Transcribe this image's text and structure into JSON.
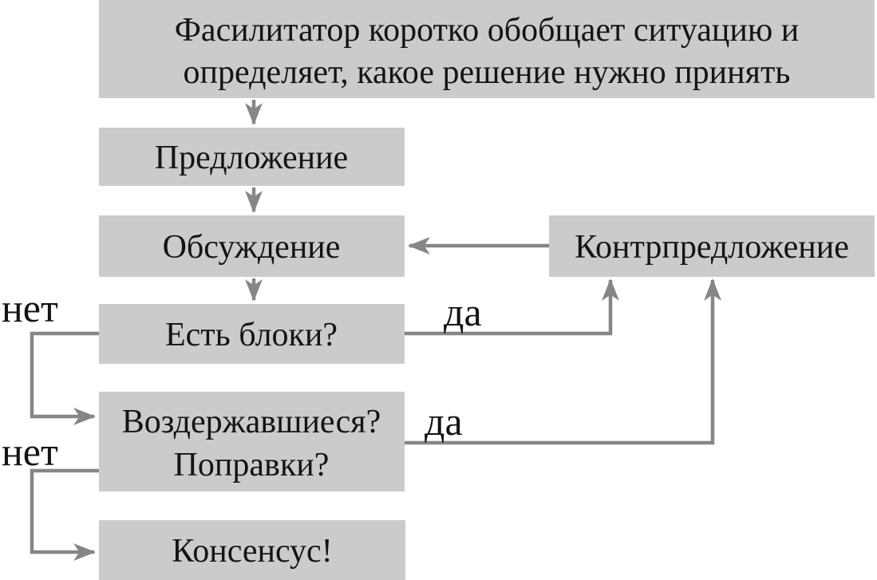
{
  "diagram": {
    "type": "flowchart",
    "language": "ru",
    "topic": "consensus-decision-process",
    "colors": {
      "box_fill": "#cbcbcb",
      "arrow": "#868686",
      "text": "#141414",
      "background": "#ffffff"
    },
    "nodes": {
      "facilitator": {
        "lines": [
          "Фасилитатор коротко обобщает ситуацию и",
          "определяет, какое решение нужно принять"
        ]
      },
      "proposal": {
        "label": "Предложение"
      },
      "discussion": {
        "label": "Обсуждение"
      },
      "blocks_question": {
        "label": "Есть блоки?"
      },
      "abstentions_question": {
        "lines": [
          "Воздержавшиеся?",
          "Поправки?"
        ]
      },
      "consensus": {
        "label": "Консенсус!"
      },
      "counterproposal": {
        "label": "Контрпредложение"
      }
    },
    "edge_labels": {
      "yes": "да",
      "no": "нет"
    },
    "edges": [
      {
        "from": "facilitator",
        "to": "proposal",
        "label": ""
      },
      {
        "from": "proposal",
        "to": "discussion",
        "label": ""
      },
      {
        "from": "discussion",
        "to": "blocks_question",
        "label": ""
      },
      {
        "from": "counterproposal",
        "to": "discussion",
        "label": ""
      },
      {
        "from": "blocks_question",
        "to": "counterproposal",
        "label": "да"
      },
      {
        "from": "blocks_question",
        "to": "abstentions_question",
        "label": "нет"
      },
      {
        "from": "abstentions_question",
        "to": "counterproposal",
        "label": "да"
      },
      {
        "from": "abstentions_question",
        "to": "consensus",
        "label": "нет"
      }
    ]
  }
}
